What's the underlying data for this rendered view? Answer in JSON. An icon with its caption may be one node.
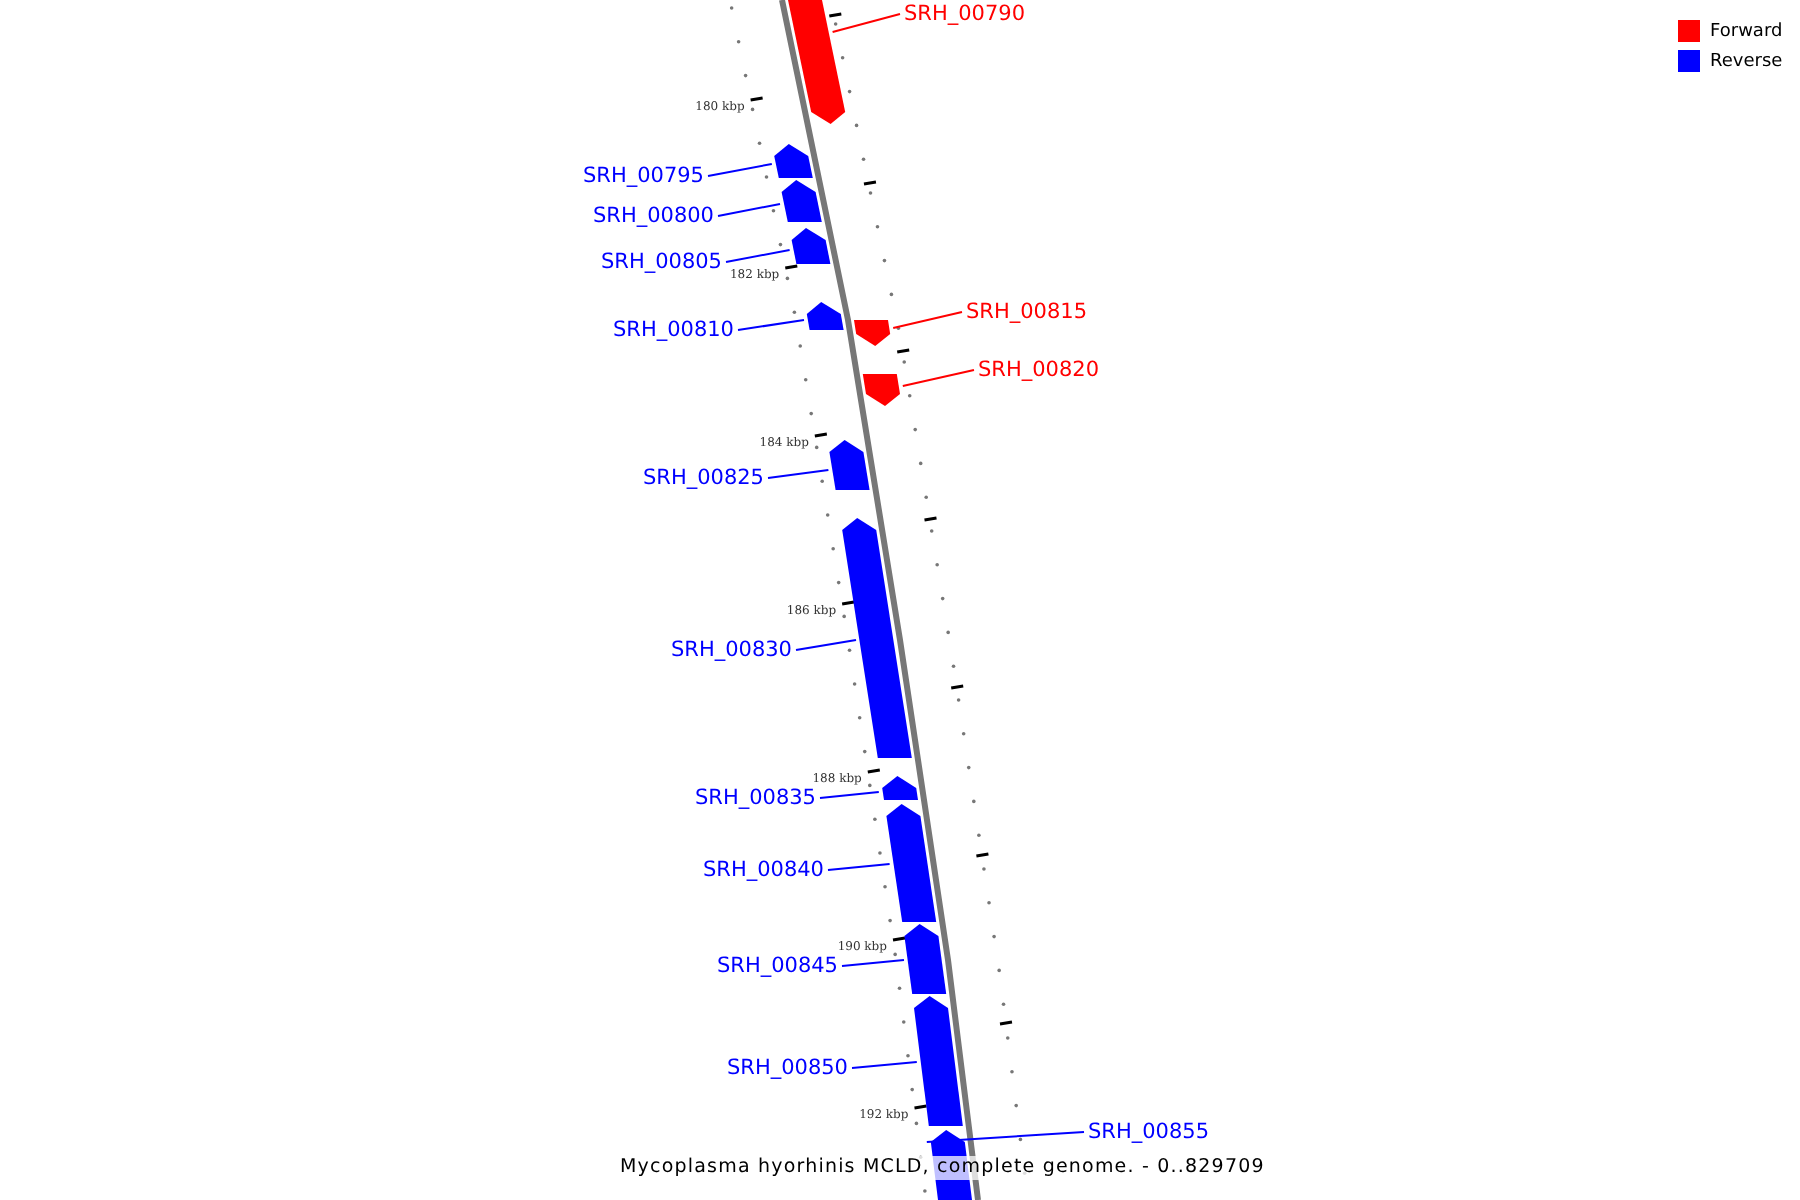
{
  "diagram": {
    "caption": "Mycoplasma hyorhinis MCLD, complete genome. - 0..829709",
    "nodes": [
      {
        "text": [
          "SRH_00790"
        ]
      },
      {
        "text": [],
        "shape": "bar"
      },
      {
        "text": [
          "SRH_00795"
        ]
      },
      {
        "text": [],
        "shape": "bar"
      },
      {
        "text": [
          "SRH_00800"
        ]
      },
      {
        "text": [],
        "shape": "bar"
      },
      {
        "text": [
          "SRH_00805"
        ]
      },
      {
        "text": [],
        "shape": "bar"
      },
      {
        "text": [
          "SRH_00810"
        ]
      },
      {
        "text": [],
        "shape": "bar"
      },
      {
        "text": [
          "SRH_00815"
        ]
      },
      {
        "text": [],
        "shape": "bar"
      },
      {
        "text": [
          "SRH_00820"
        ]
      },
      {
        "text": [],
        "shape": "bar"
      },
      {
        "text": [
          "SRH_00825"
        ]
      },
      {
        "text": [],
        "shape": "bar"
      },
      {
        "text": [
          "SRH_00830"
        ]
      },
      {
        "text": [],
        "shape": "bar"
      },
      {
        "text": [
          "SRH_00835"
        ]
      },
      {
        "text": [],
        "shape": "bar"
      },
      {
        "text": [
          "SRH_00840"
        ]
      },
      {
        "text": [],
        "shape": "bar"
      },
      {
        "text": [
          "SRH_00845"
        ]
      },
      {
        "text": [],
        "shape": "bar"
      },
      {
        "text": [
          "SRH_00850"
        ]
      },
      {
        "text": [],
        "shape": "bar"
      },
      {
        "text": [
          "SRH_00855"
        ]
      },
      {
        "text": [],
        "shape": "bar"
      }
    ],
    "edges": [
      {
        "from": 0,
        "to": 1,
        "arrow": "none",
        "color": "#ff0000"
      },
      {
        "from": 2,
        "to": 3,
        "arrow": "none"
      },
      {
        "from": 4,
        "to": 5,
        "arrow": "none"
      },
      {
        "from": 6,
        "to": 7,
        "arrow": "none"
      },
      {
        "from": 8,
        "to": 9,
        "arrow": "none"
      },
      {
        "from": 10,
        "to": 11,
        "arrow": "none",
        "color": "#ff0000"
      },
      {
        "from": 12,
        "to": 13,
        "arrow": "none",
        "color": "#ff0000"
      },
      {
        "from": 14,
        "to": 15,
        "arrow": "none"
      },
      {
        "from": 16,
        "to": 17,
        "arrow": "none"
      },
      {
        "from": 18,
        "to": 19,
        "arrow": "none"
      },
      {
        "from": 20,
        "to": 21,
        "arrow": "none"
      },
      {
        "from": 22,
        "to": 23,
        "arrow": "none"
      },
      {
        "from": 24,
        "to": 25,
        "arrow": "none"
      },
      {
        "from": 26,
        "to": 27,
        "arrow": "none"
      }
    ],
    "labels": [
      "180 kbp",
      "182 kbp",
      "184 kbp",
      "186 kbp",
      "188 kbp",
      "190 kbp",
      "192 kbp"
    ],
    "legend": [
      {
        "text": "Forward",
        "color": "#ff0000"
      },
      {
        "text": "Reverse",
        "color": "#0000ff"
      }
    ]
  }
}
